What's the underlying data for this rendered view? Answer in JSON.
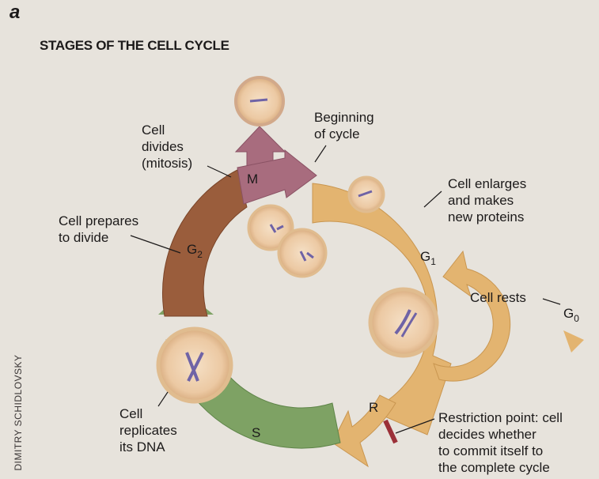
{
  "panel_letter": "a",
  "title": "STAGES OF THE CELL CYCLE",
  "credit": "DIMITRY SCHIDLOVSKY",
  "stages": {
    "m": "M",
    "g2_main": "G",
    "g2_sub": "2",
    "g1_main": "G",
    "g1_sub": "1",
    "g0_main": "G",
    "g0_sub": "0",
    "s": "S",
    "r": "R"
  },
  "labels": {
    "cell_divides": [
      "Cell",
      "divides",
      "(mitosis)"
    ],
    "beginning": [
      "Beginning",
      "of cycle"
    ],
    "enlarges": [
      "Cell enlarges",
      "and makes",
      "new proteins"
    ],
    "prepares": [
      "Cell prepares",
      "to divide"
    ],
    "rests": "Cell rests",
    "replicates": [
      "Cell",
      "replicates",
      "its DNA"
    ],
    "restriction": [
      "Restriction point: cell",
      "decides whether",
      "to commit itself to",
      "the complete cycle"
    ]
  },
  "colors": {
    "g1_arc": "#e3b470",
    "g2_arc": "#9a5d3c",
    "m_arrows": "#a86c7e",
    "s_arc": "#7ea264",
    "r_mark": "#9b3038",
    "cell_fill": "#f0d3b2",
    "chromosome": "#6f63a6"
  }
}
